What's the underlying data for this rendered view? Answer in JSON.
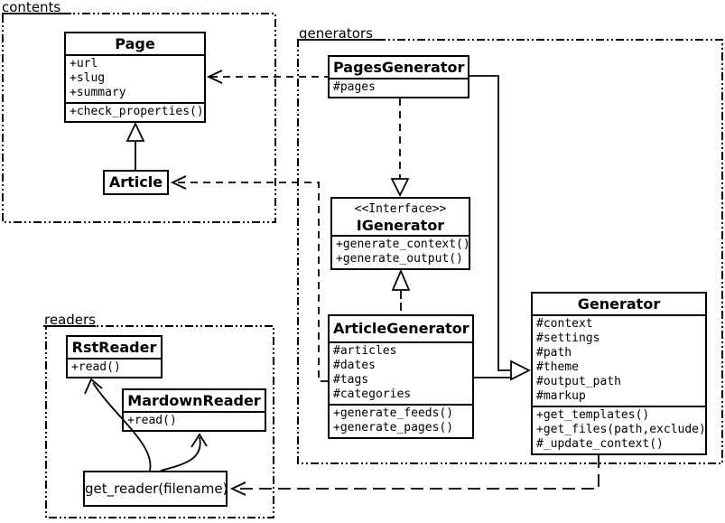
{
  "packages": {
    "contents": {
      "label": "contents"
    },
    "generators": {
      "label": "generators"
    },
    "readers": {
      "label": "readers"
    }
  },
  "classes": {
    "page": {
      "name": "Page",
      "attributes": [
        "+url",
        "+slug",
        "+summary"
      ],
      "methods": [
        "+check_properties()"
      ]
    },
    "article": {
      "name": "Article"
    },
    "pages_generator": {
      "name": "PagesGenerator",
      "attributes": [
        "#pages"
      ]
    },
    "igenerator": {
      "stereotype": "<<Interface>>",
      "name": "IGenerator",
      "methods": [
        "+generate_context()",
        "+generate_output()"
      ]
    },
    "article_generator": {
      "name": "ArticleGenerator",
      "attributes": [
        "#articles",
        "#dates",
        "#tags",
        "#categories"
      ],
      "methods": [
        "+generate_feeds()",
        "+generate_pages()"
      ]
    },
    "generator": {
      "name": "Generator",
      "attributes": [
        "#context",
        "#settings",
        "#path",
        "#theme",
        "#output_path",
        "#markup"
      ],
      "methods": [
        "+get_templates()",
        "+get_files(path,exclude)",
        "#_update_context()"
      ]
    },
    "rst_reader": {
      "name": "RstReader",
      "methods": [
        "+read()"
      ]
    },
    "mardown_reader": {
      "name": "MardownReader",
      "methods": [
        "+read()"
      ]
    },
    "get_reader": {
      "label": "get_reader(filename)"
    }
  },
  "relationships": [
    {
      "from": "Article",
      "to": "Page",
      "type": "generalization",
      "style": "solid"
    },
    {
      "from": "PagesGenerator",
      "to": "Page",
      "type": "dependency",
      "style": "dashed"
    },
    {
      "from": "ArticleGenerator",
      "to": "Article",
      "type": "dependency",
      "style": "dashed"
    },
    {
      "from": "PagesGenerator",
      "to": "IGenerator",
      "type": "realization",
      "style": "dashed"
    },
    {
      "from": "ArticleGenerator",
      "to": "IGenerator",
      "type": "realization",
      "style": "dashed"
    },
    {
      "from": "PagesGenerator",
      "to": "Generator",
      "type": "generalization",
      "style": "solid"
    },
    {
      "from": "ArticleGenerator",
      "to": "Generator",
      "type": "generalization",
      "style": "solid"
    },
    {
      "from": "Generator",
      "to": "get_reader(filename)",
      "type": "dependency",
      "style": "dashed"
    },
    {
      "from": "get_reader(filename)",
      "to": "RstReader",
      "type": "call",
      "style": "curved"
    },
    {
      "from": "get_reader(filename)",
      "to": "MardownReader",
      "type": "call",
      "style": "curved"
    }
  ],
  "colors": {
    "line": "#000000",
    "background": "#ffffff",
    "box_fill": "#ffffff"
  }
}
